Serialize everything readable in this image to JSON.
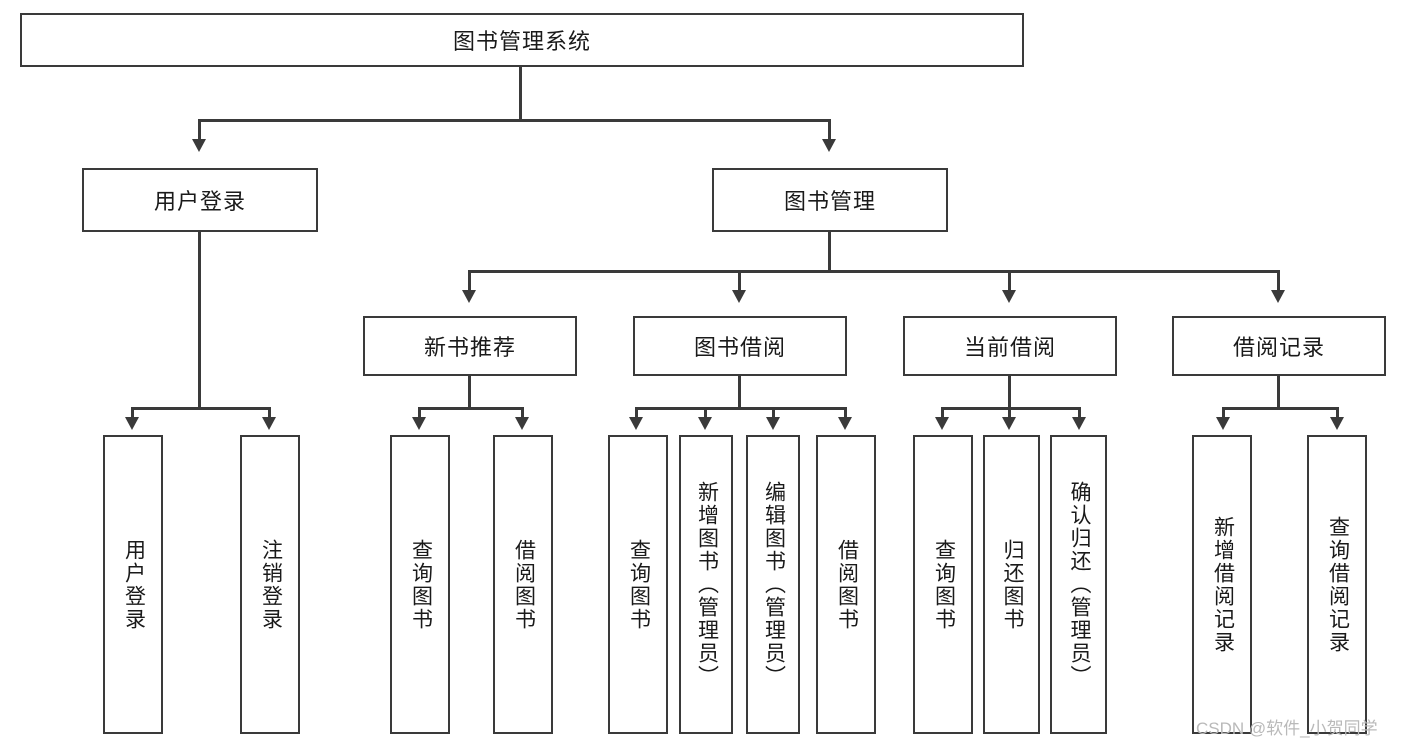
{
  "diagram": {
    "title": "图书管理系统",
    "type": "hierarchy-tree",
    "levels": 4,
    "root": {
      "label": "图书管理系统"
    },
    "level2": [
      {
        "label": "用户登录"
      },
      {
        "label": "图书管理"
      }
    ],
    "level3": [
      {
        "label": "新书推荐"
      },
      {
        "label": "图书借阅"
      },
      {
        "label": "当前借阅"
      },
      {
        "label": "借阅记录"
      }
    ],
    "leaves": {
      "user_login": [
        {
          "label": "用户登录"
        },
        {
          "label": "注销登录"
        }
      ],
      "new_book_recommend": [
        {
          "label": "查询图书"
        },
        {
          "label": "借阅图书"
        }
      ],
      "book_borrow": [
        {
          "label": "查询图书"
        },
        {
          "label": "新增图书（管理员）"
        },
        {
          "label": "编辑图书（管理员）"
        },
        {
          "label": "借阅图书"
        }
      ],
      "current_borrow": [
        {
          "label": "查询图书"
        },
        {
          "label": "归还图书"
        },
        {
          "label": "确认归还（管理员）"
        }
      ],
      "borrow_records": [
        {
          "label": "新增借阅记录"
        },
        {
          "label": "查询借阅记录"
        }
      ]
    }
  },
  "watermark": {
    "text": "CSDN @软件_小贺同学"
  },
  "colors": {
    "border": "#3a3a3a",
    "text": "#1a1a1a",
    "background": "#ffffff",
    "watermark": "#b9b9b9"
  }
}
